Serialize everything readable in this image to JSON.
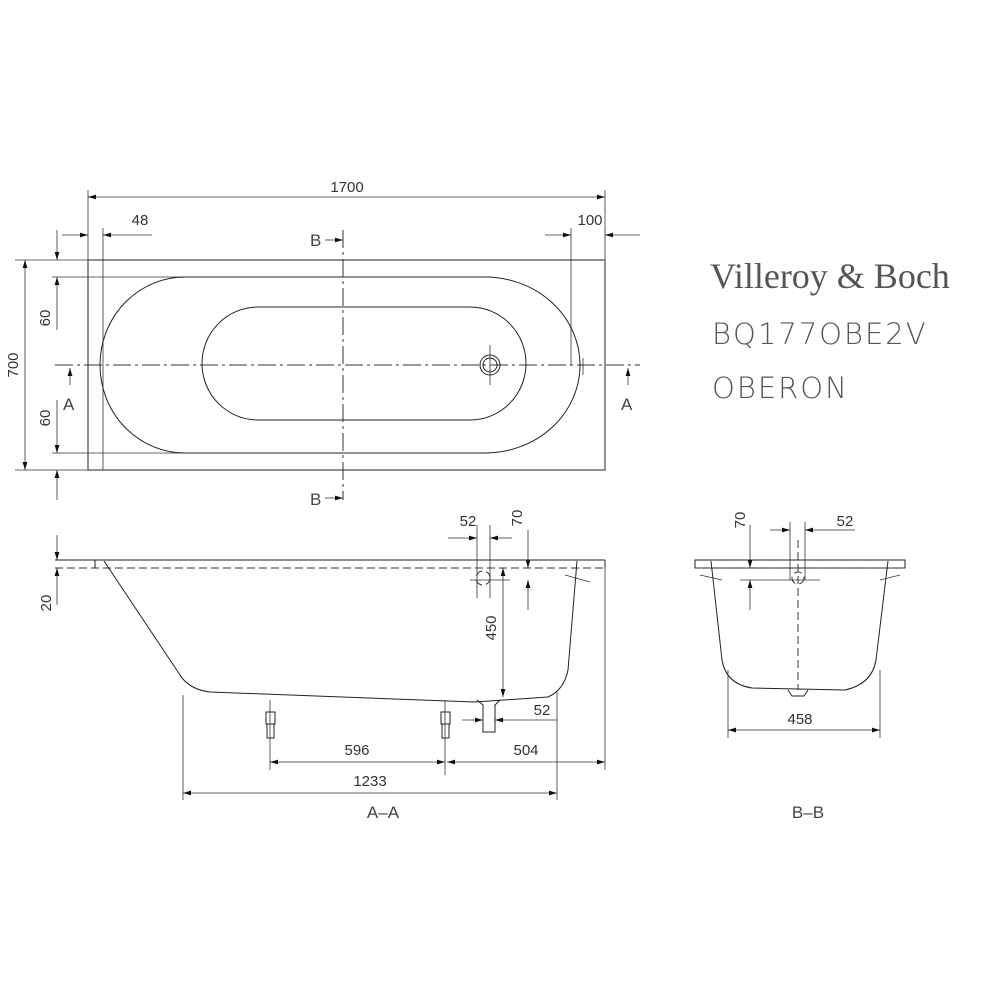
{
  "brand": "Villeroy & Boch",
  "model_code": "BQ177OBE2V",
  "model_name": "OBERON",
  "plan_view": {
    "length": "1700",
    "left_rim": "48",
    "right_rim": "100",
    "width": "700",
    "top_rim": "60",
    "bottom_rim": "60",
    "section_a_label": "A",
    "section_b_label": "B"
  },
  "section_aa": {
    "title": "A–A",
    "rim_thickness": "20",
    "overflow_offset": "52",
    "overflow_depth": "70",
    "depth": "450",
    "drain_offset": "52",
    "feet_spacing": "596",
    "foot_to_end": "504",
    "bottom_length": "1233"
  },
  "section_bb": {
    "title": "B–B",
    "overflow_depth": "70",
    "overflow_offset": "52",
    "bottom_width": "458"
  }
}
